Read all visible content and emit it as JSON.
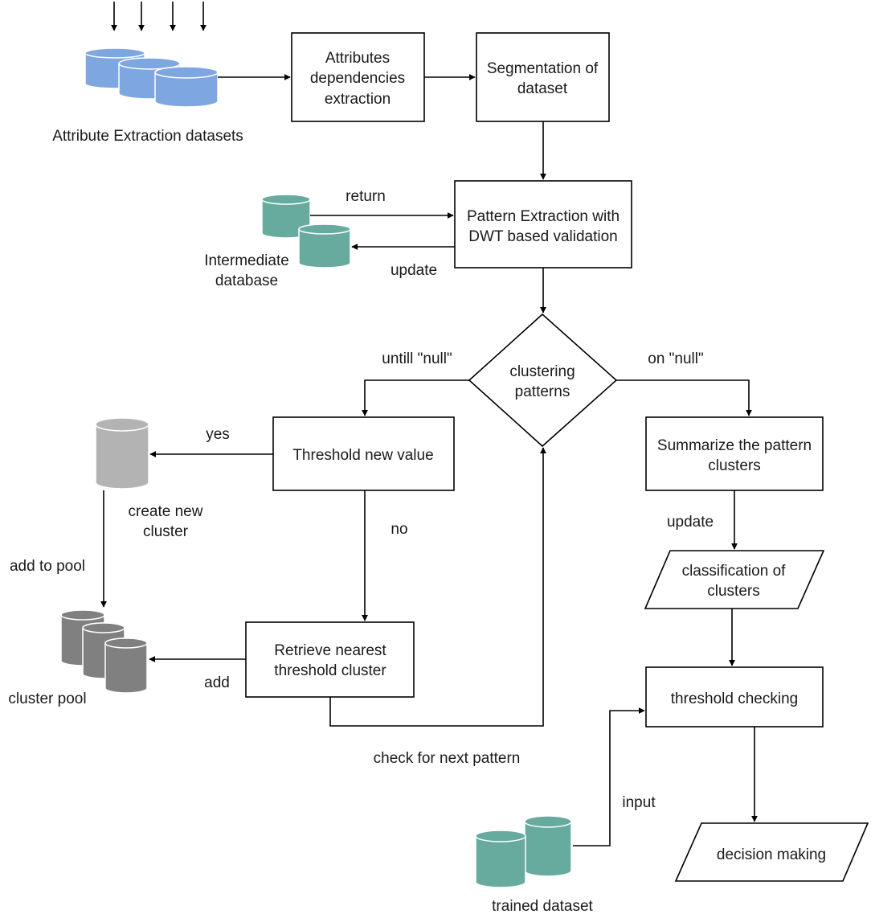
{
  "colors": {
    "input_db": "#7ea6e0",
    "intermediate_db": "#67ab9f",
    "new_cluster_db": "#b3b3b3",
    "cluster_pool_db": "#808080",
    "trained_db": "#67ab9f"
  },
  "nodes": {
    "attributes": [
      "Attributes",
      "dependencies",
      "extraction"
    ],
    "segmentation": [
      "Segmentation of",
      "dataset"
    ],
    "pattern": [
      "Pattern Extraction with",
      "DWT based validation"
    ],
    "clustering": [
      "clustering",
      "patterns"
    ],
    "threshold_new": [
      "Threshold new value"
    ],
    "summarize": [
      "Summarize the pattern",
      "clusters"
    ],
    "classification": [
      "classification of",
      "clusters"
    ],
    "retrieve": [
      "Retrieve nearest",
      "threshold cluster"
    ],
    "threshold_check": [
      "threshold checking"
    ],
    "decision": [
      "decision making"
    ]
  },
  "databases": {
    "attribute_extraction": "Attribute Extraction datasets",
    "intermediate": [
      "Intermediate",
      "database"
    ],
    "new_cluster": [
      "create new",
      "cluster"
    ],
    "cluster_pool": "cluster pool",
    "trained": "trained dataset"
  },
  "edge_labels": {
    "return": "return",
    "update_db": "update",
    "until_null": "untill \"null\"",
    "on_null": "on \"null\"",
    "yes": "yes",
    "no": "no",
    "add_to_pool": "add to pool",
    "add": "add",
    "update_summary": "update",
    "check_next": "check for next pattern",
    "input": "input"
  }
}
